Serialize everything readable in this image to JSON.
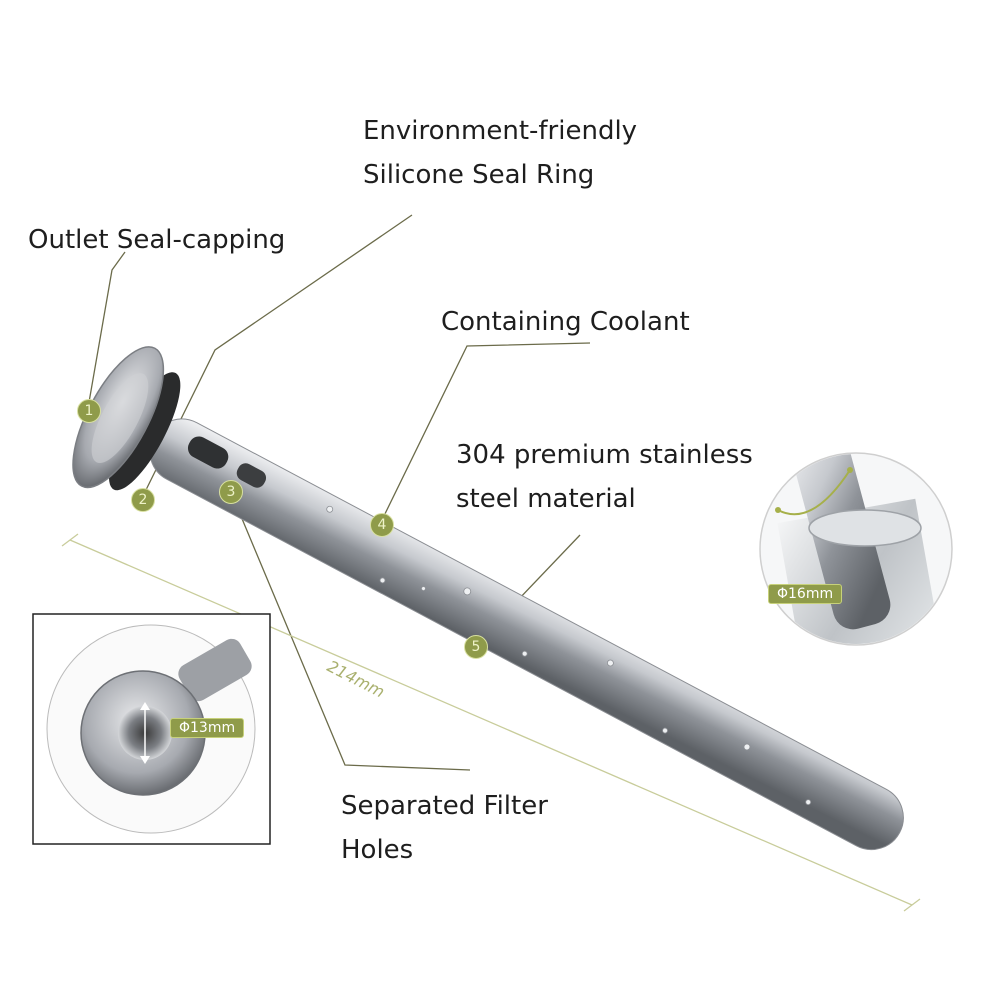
{
  "labels": {
    "env_line1": "Environment-friendly",
    "env_line2": "Silicone Seal Ring",
    "outlet": "Outlet Seal-capping",
    "coolant": "Containing Coolant",
    "steel_line1": "304 premium stainless",
    "steel_line2": "steel material",
    "filter_line1": "Separated Filter",
    "filter_line2": "Holes"
  },
  "markers": [
    "1",
    "2",
    "3",
    "4",
    "5"
  ],
  "dimensions": {
    "length": "214mm",
    "inner_diameter": "Φ13mm",
    "bottle_diameter": "Φ16mm"
  },
  "colors": {
    "accent": "#8f9b4a",
    "leader_line": "#6b6b4a",
    "steel": "#b9bcc2"
  }
}
